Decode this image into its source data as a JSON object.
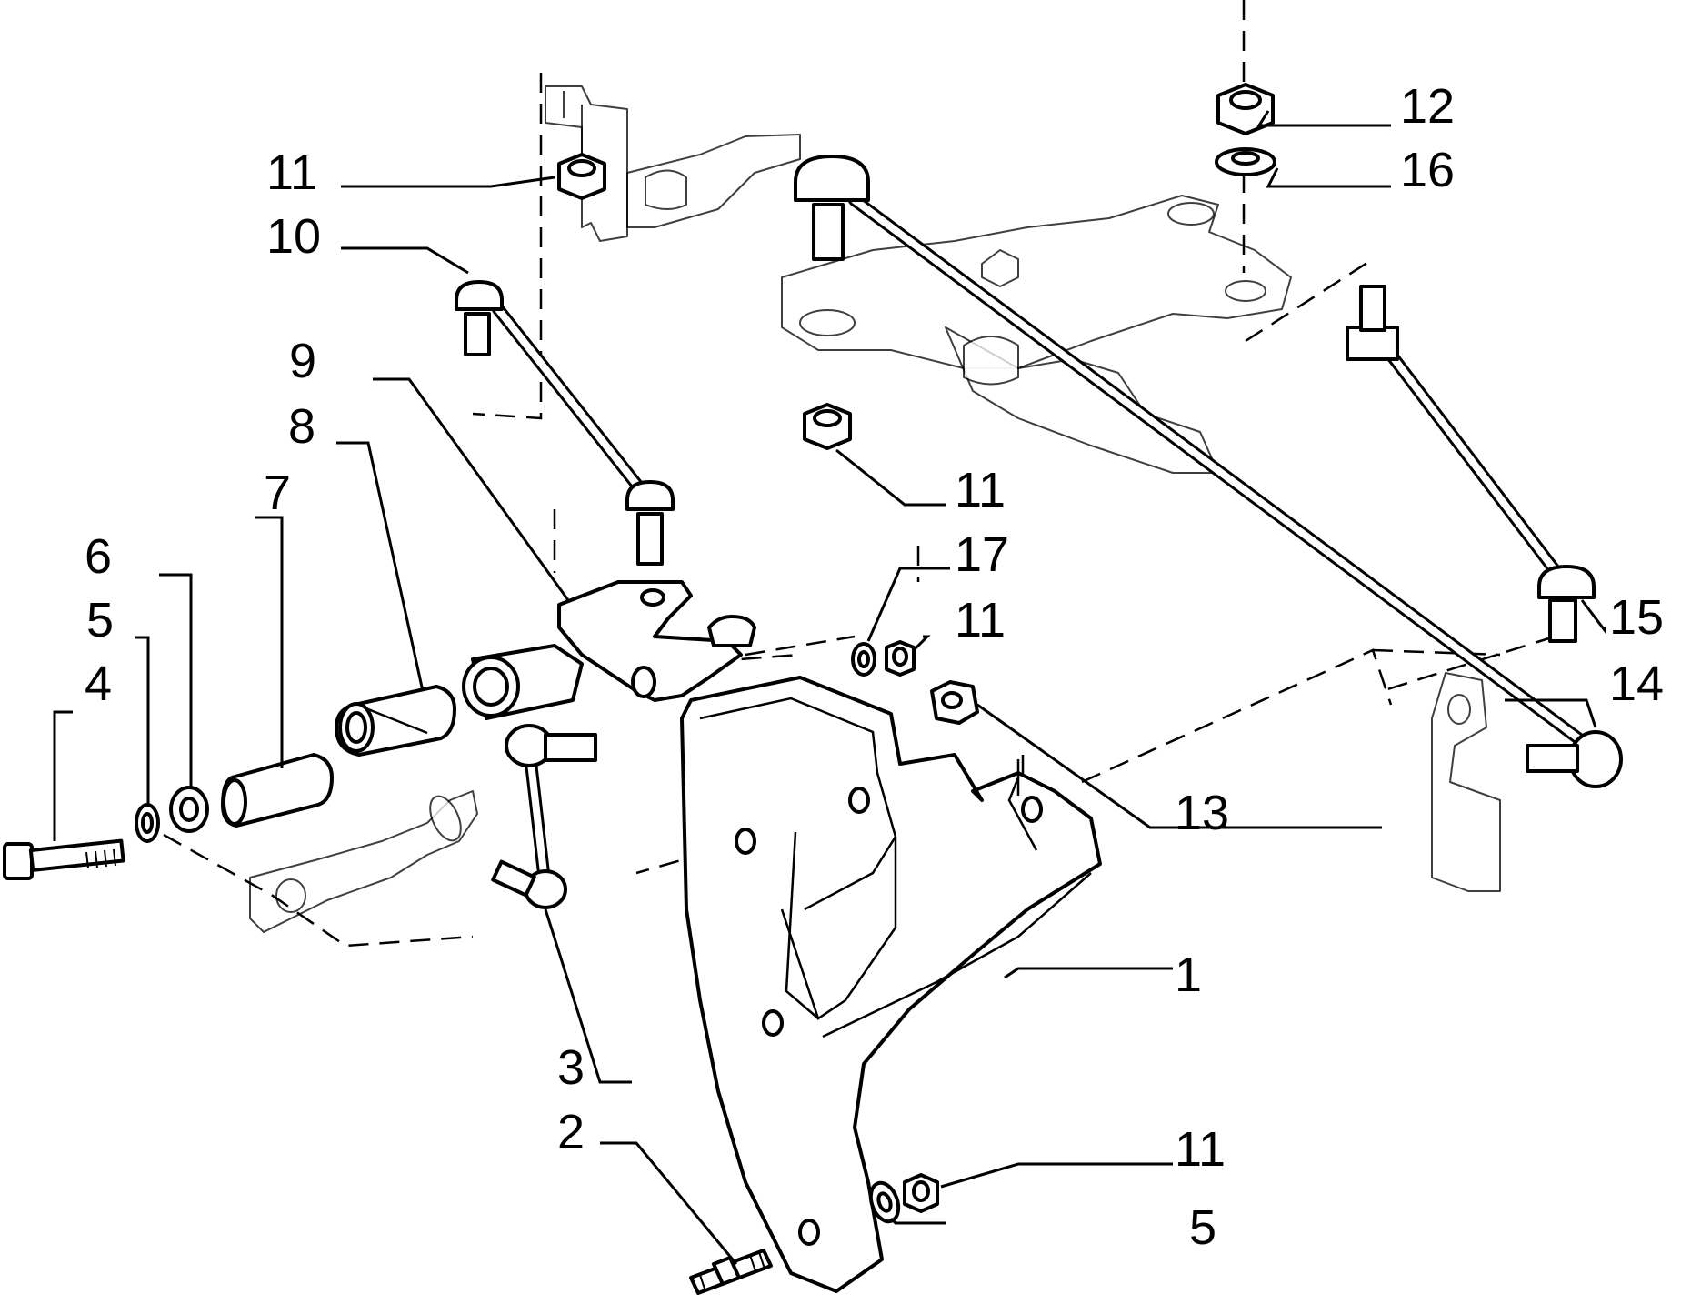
{
  "callouts": [
    {
      "id": "1",
      "label": "1"
    },
    {
      "id": "2",
      "label": "2"
    },
    {
      "id": "3",
      "label": "3"
    },
    {
      "id": "4",
      "label": "4"
    },
    {
      "id": "5a",
      "label": "5"
    },
    {
      "id": "5b",
      "label": "5"
    },
    {
      "id": "6",
      "label": "6"
    },
    {
      "id": "7",
      "label": "7"
    },
    {
      "id": "8",
      "label": "8"
    },
    {
      "id": "9",
      "label": "9"
    },
    {
      "id": "10",
      "label": "10"
    },
    {
      "id": "11a",
      "label": "11"
    },
    {
      "id": "11b",
      "label": "11"
    },
    {
      "id": "11c",
      "label": "11"
    },
    {
      "id": "11d",
      "label": "11"
    },
    {
      "id": "12",
      "label": "12"
    },
    {
      "id": "13",
      "label": "13"
    },
    {
      "id": "14",
      "label": "14"
    },
    {
      "id": "15",
      "label": "15"
    },
    {
      "id": "16",
      "label": "16"
    },
    {
      "id": "17",
      "label": "17"
    }
  ]
}
